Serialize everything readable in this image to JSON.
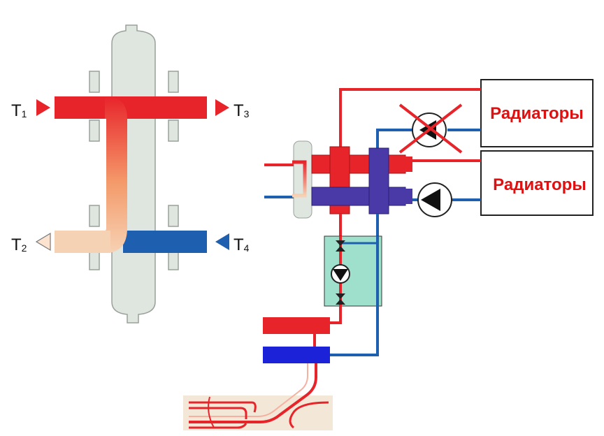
{
  "labels": {
    "t1": "T",
    "t1_sub": "1",
    "t2": "T",
    "t2_sub": "2",
    "t3": "T",
    "t3_sub": "3",
    "t4": "T",
    "t4_sub": "4"
  },
  "radiators": {
    "top": "Радиаторы",
    "bottom": "Радиаторы"
  },
  "colors": {
    "hot": "#e8242b",
    "cold": "#1f5fb0",
    "mix": "#f6c9a8",
    "separator": "#dfe6df",
    "pump_box": "#9fe0cc",
    "floor": "#f3e7d7",
    "radiator_text": "#e01010"
  }
}
